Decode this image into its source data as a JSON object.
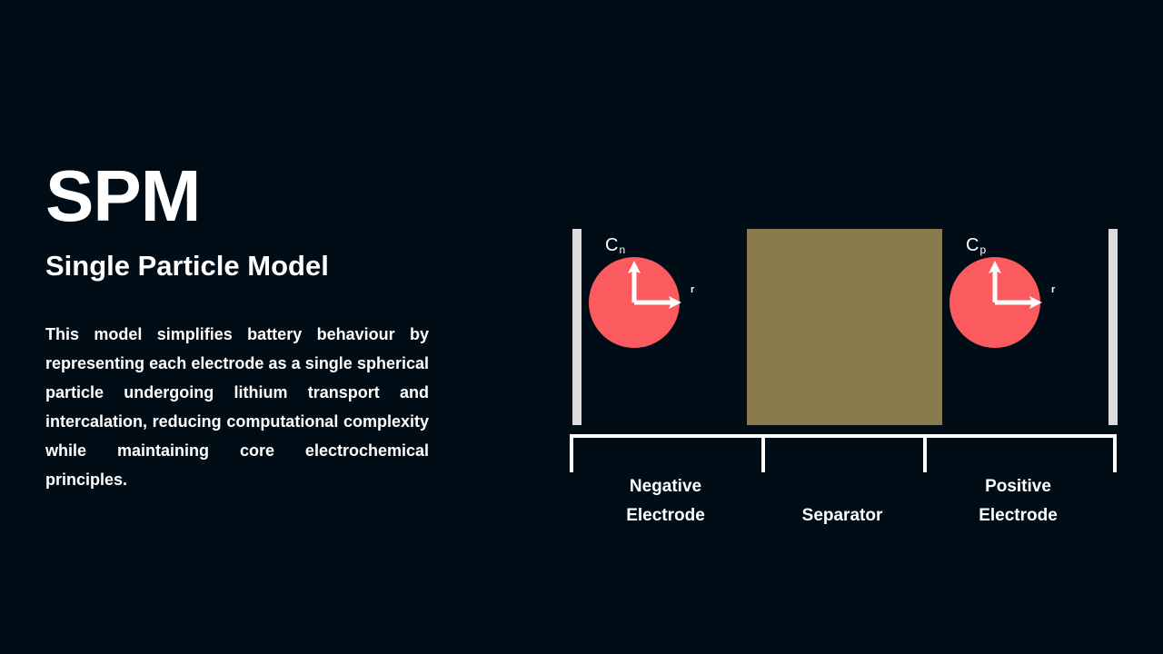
{
  "slide": {
    "title": "SPM",
    "subtitle": "Single Particle Model",
    "body": "This model simplifies battery behaviour by representing each electrode as a single spherical particle undergoing lithium transport and intercalation, reducing computational complexity while maintaining core electrochemical principles."
  },
  "diagram": {
    "negative_particle": {
      "symbol": "C",
      "subscript": "n",
      "radius_label": "r"
    },
    "positive_particle": {
      "symbol": "C",
      "subscript": "p",
      "radius_label": "r"
    },
    "regions": {
      "negative": "Negative\nElectrode",
      "negative_line_1": "Negative",
      "negative_line_2": "Electrode",
      "separator": "Separator",
      "positive_line_1": "Positive",
      "positive_line_2": "Electrode"
    }
  },
  "colors": {
    "background": "#000d16",
    "text": "#ffffff",
    "particle": "#fb5a5f",
    "separator_block": "#8a7b4f",
    "current_collector": "#dcdce0",
    "bracket": "#ffffff"
  }
}
